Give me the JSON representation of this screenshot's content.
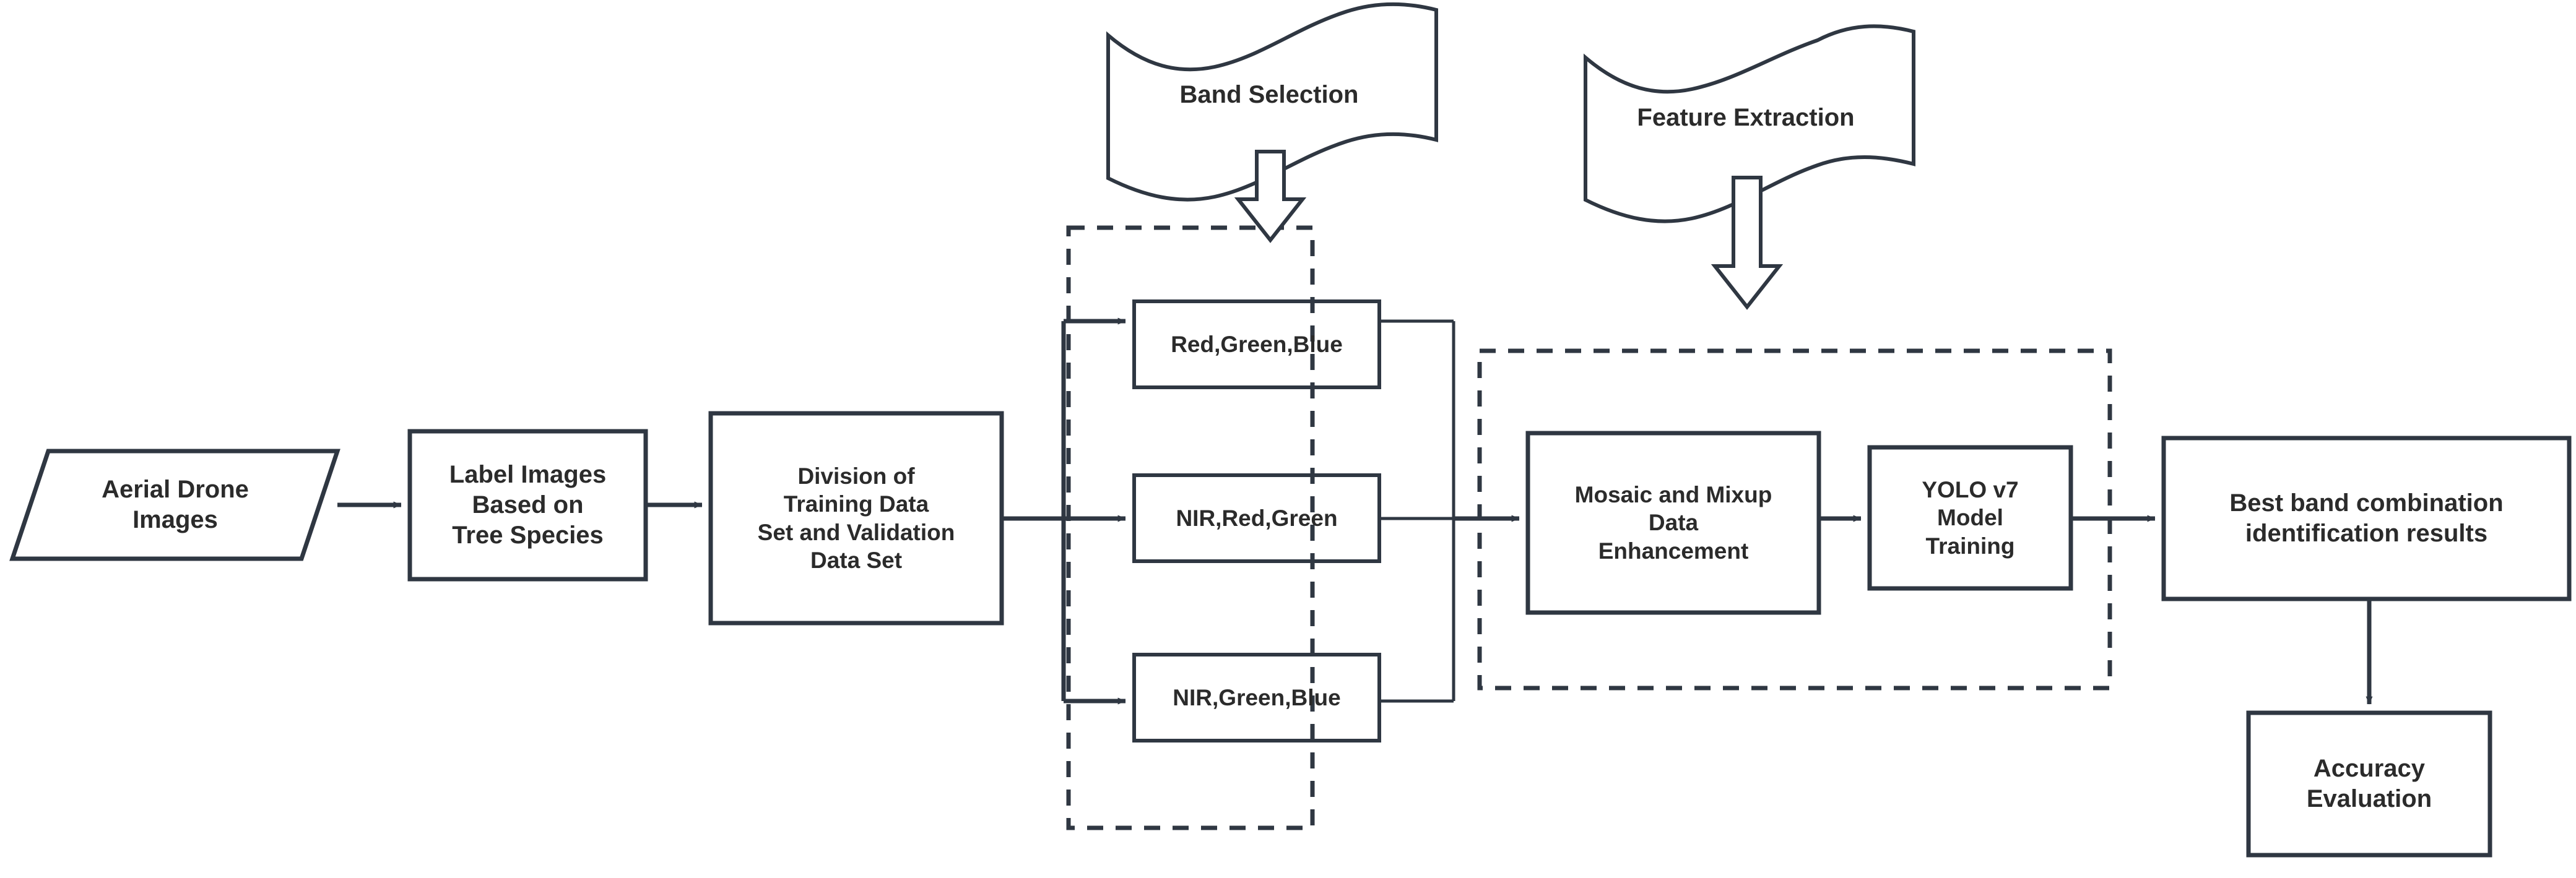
{
  "diagram": {
    "title": "Tree species identification workflow",
    "colors": {
      "stroke": "#2f3742",
      "text": "#2b2b2b",
      "background": "#ffffff",
      "dashed_stroke": "#2f3742"
    },
    "nodes": {
      "aerial_drone_images": {
        "label": "Aerial Drone\nImages",
        "shape": "parallelogram"
      },
      "label_images": {
        "label": "Label Images\nBased on\nTree Species",
        "shape": "rectangle"
      },
      "division_data": {
        "label": "Division of\nTraining Data\nSet and Validation\nData Set",
        "shape": "rectangle"
      },
      "band_rgb": {
        "label": "Red,Green,Blue",
        "shape": "rectangle"
      },
      "band_nir_red_green": {
        "label": "NIR,Red,Green",
        "shape": "rectangle"
      },
      "band_nir_green_blue": {
        "label": "NIR,Green,Blue",
        "shape": "rectangle"
      },
      "mosaic_mixup": {
        "label": "Mosaic and Mixup\nData\nEnhancement",
        "shape": "rectangle"
      },
      "yolo_training": {
        "label": "YOLO v7\nModel\nTraining",
        "shape": "rectangle"
      },
      "best_band_results": {
        "label": "Best band combination\nidentification results",
        "shape": "rectangle"
      },
      "accuracy_evaluation": {
        "label": "Accuracy\nEvaluation",
        "shape": "rectangle"
      }
    },
    "banners": {
      "band_selection": {
        "label": "Band Selection",
        "shape": "wave-ribbon"
      },
      "feature_extraction": {
        "label": "Feature Extraction",
        "shape": "wave-ribbon"
      }
    },
    "groups": {
      "band_selection_group": {
        "style": "dashed"
      },
      "feature_extraction_group": {
        "style": "dashed"
      }
    }
  }
}
